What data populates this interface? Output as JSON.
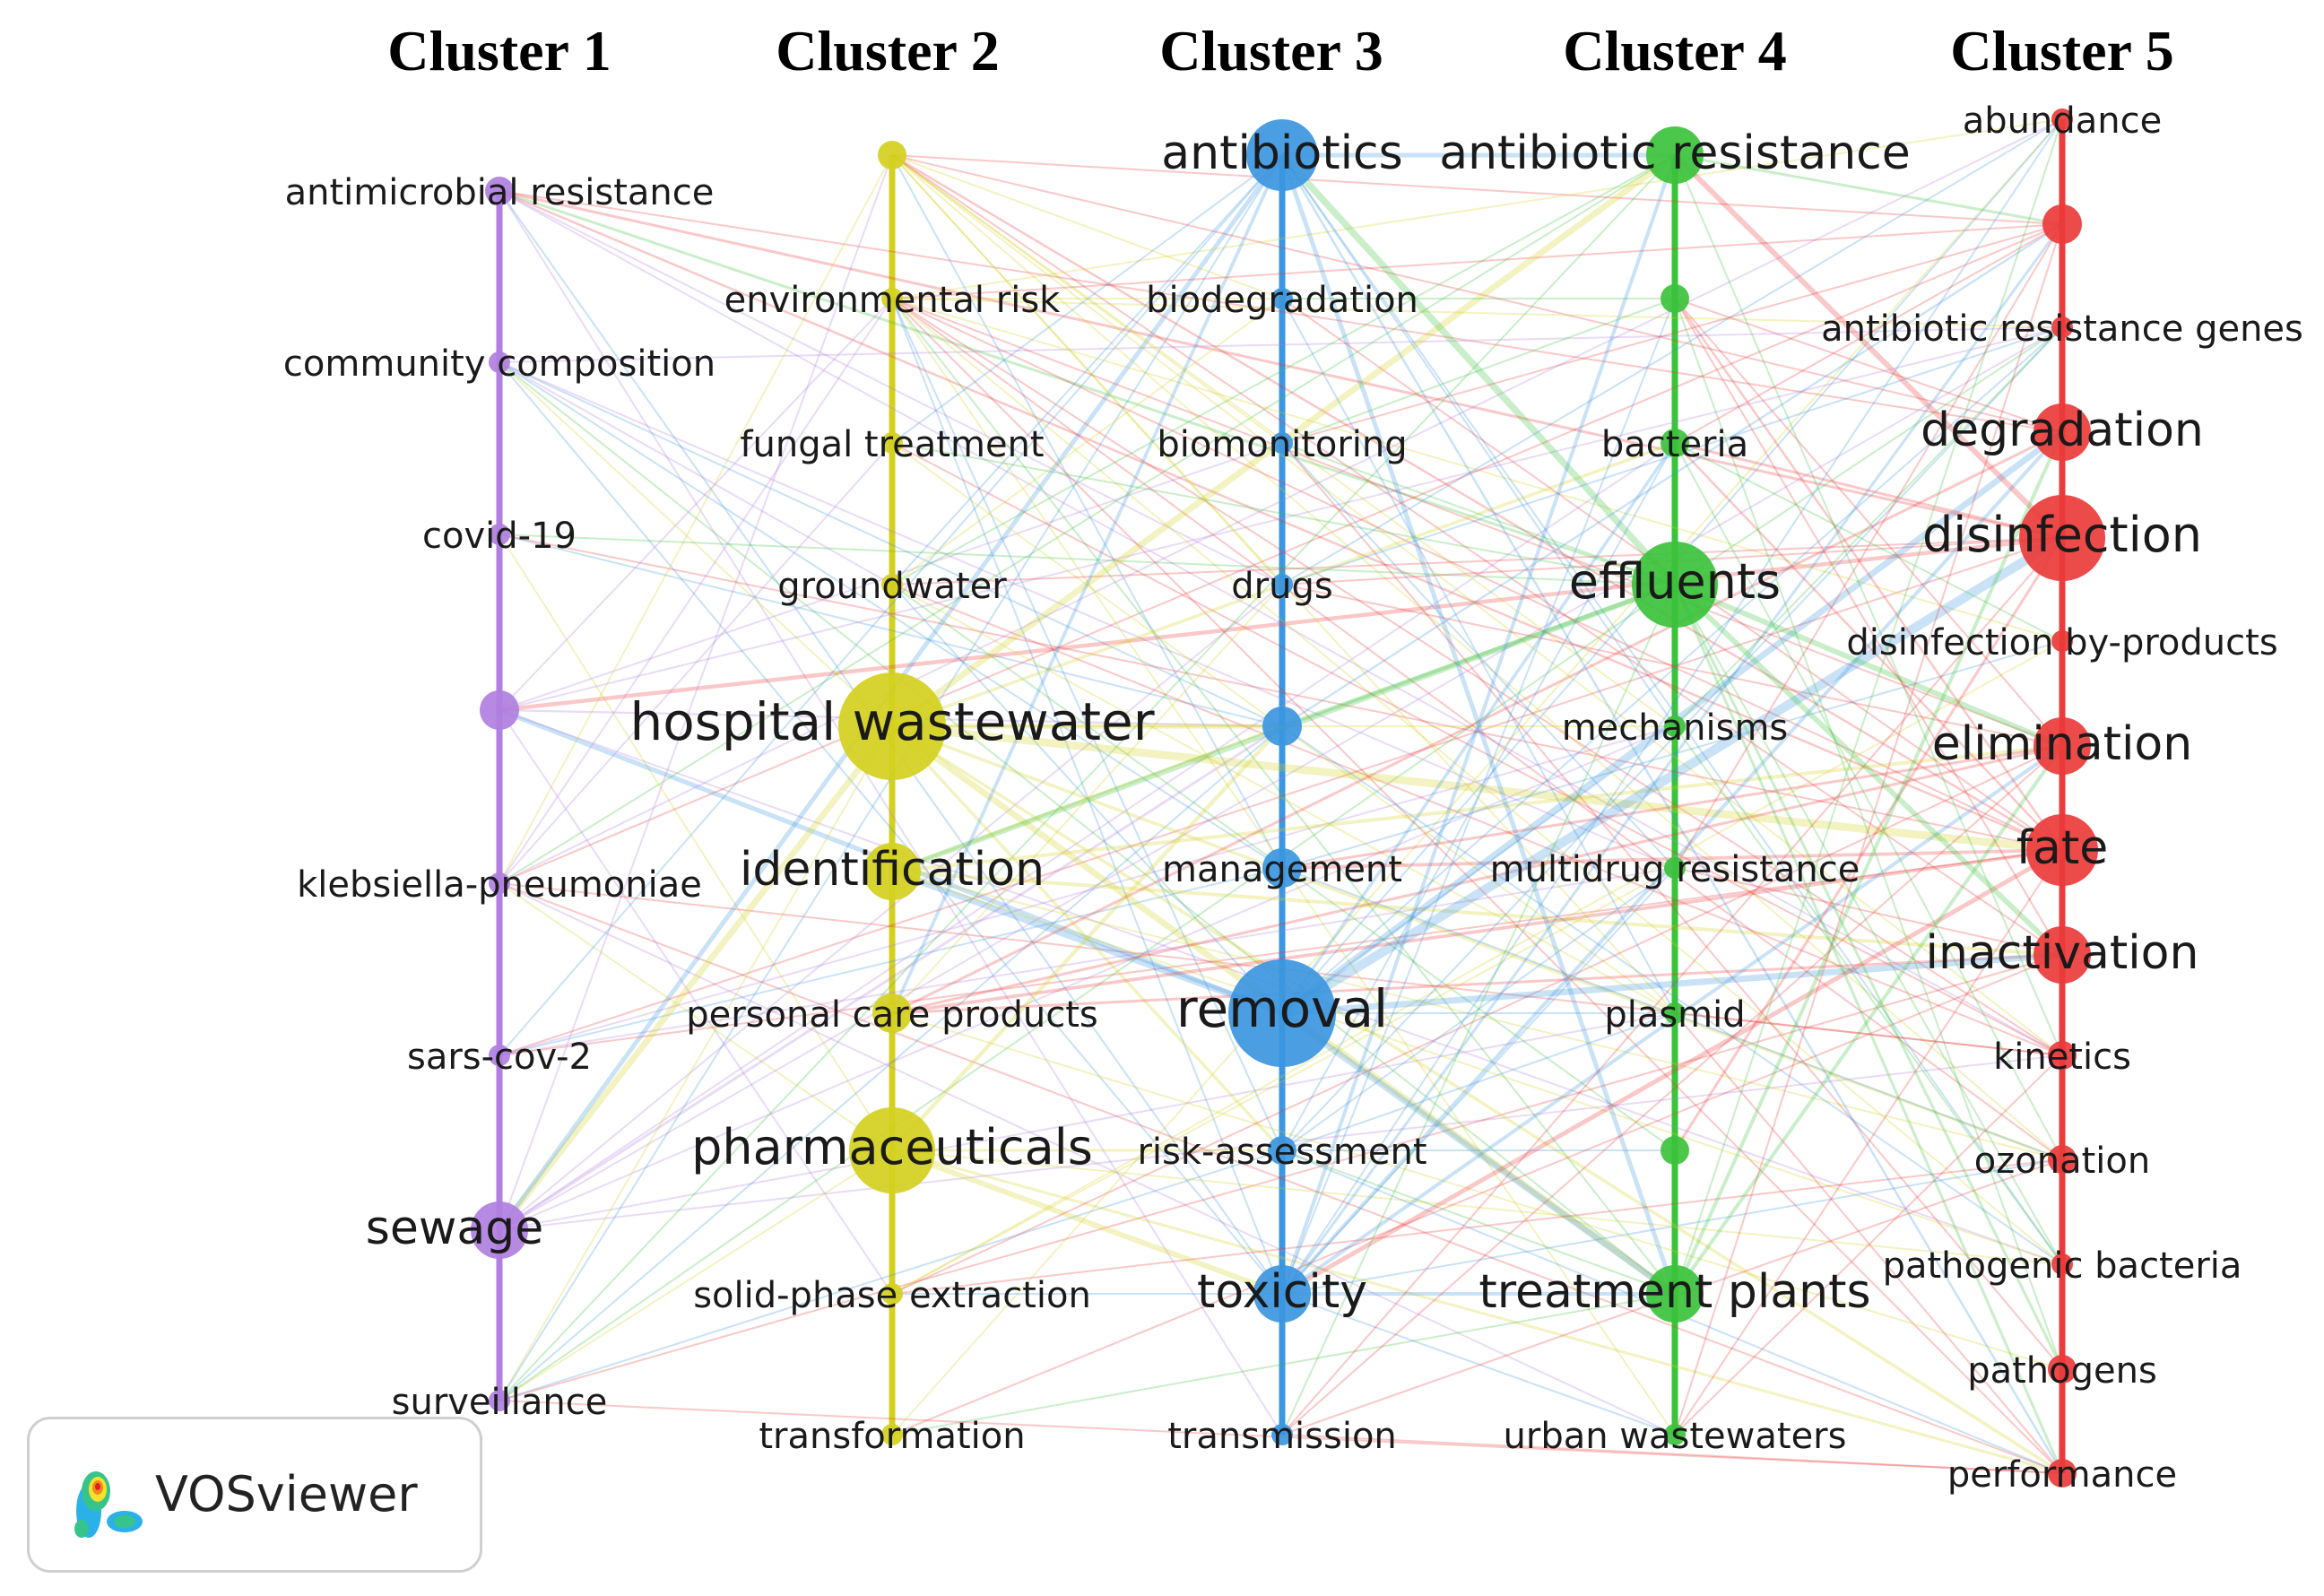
{
  "clusters": [
    {
      "title": "Cluster 1",
      "color": "#b07fe0",
      "nodes": [
        {
          "label": "antimicrobial resistance",
          "size": 2
        },
        {
          "label": "community composition",
          "size": 1
        },
        {
          "label": "covid-19",
          "size": 1
        },
        {
          "label": "",
          "size": 3
        },
        {
          "label": "klebsiella-pneumoniae",
          "size": 1
        },
        {
          "label": "sars-cov-2",
          "size": 1
        },
        {
          "label": "sewage",
          "size": 4
        },
        {
          "label": "surveillance",
          "size": 1
        }
      ]
    },
    {
      "title": "Cluster 2",
      "color": "#d4d020",
      "nodes": [
        {
          "label": "",
          "size": 2
        },
        {
          "label": "environmental risk",
          "size": 1
        },
        {
          "label": "fungal treatment",
          "size": 1
        },
        {
          "label": "groundwater",
          "size": 1
        },
        {
          "label": "hospital wastewater",
          "size": 7
        },
        {
          "label": "identification",
          "size": 4
        },
        {
          "label": "personal care products",
          "size": 3
        },
        {
          "label": "pharmaceuticals",
          "size": 6
        },
        {
          "label": "solid-phase extraction",
          "size": 1
        },
        {
          "label": "transformation",
          "size": 1
        }
      ]
    },
    {
      "title": "Cluster 3",
      "color": "#3c96e0",
      "nodes": [
        {
          "label": "antibiotics",
          "size": 5
        },
        {
          "label": "biodegradation",
          "size": 1
        },
        {
          "label": "biomonitoring",
          "size": 1
        },
        {
          "label": "drugs",
          "size": 1
        },
        {
          "label": "",
          "size": 3
        },
        {
          "label": "management",
          "size": 3
        },
        {
          "label": "removal",
          "size": 7
        },
        {
          "label": "risk-assessment",
          "size": 2
        },
        {
          "label": "toxicity",
          "size": 4
        },
        {
          "label": "transmission",
          "size": 1
        }
      ]
    },
    {
      "title": "Cluster 4",
      "color": "#3cc23c",
      "nodes": [
        {
          "label": "antibiotic resistance",
          "size": 4
        },
        {
          "label": "",
          "size": 2
        },
        {
          "label": "bacteria",
          "size": 2
        },
        {
          "label": "effluents",
          "size": 6
        },
        {
          "label": "mechanisms",
          "size": 1
        },
        {
          "label": "multidrug resistance",
          "size": 1
        },
        {
          "label": "plasmid",
          "size": 1
        },
        {
          "label": "",
          "size": 2
        },
        {
          "label": "treatment plants",
          "size": 4
        },
        {
          "label": "urban wastewaters",
          "size": 1
        }
      ]
    },
    {
      "title": "Cluster 5",
      "color": "#ec3b3b",
      "nodes": [
        {
          "label": "abundance",
          "size": 1
        },
        {
          "label": "",
          "size": 3
        },
        {
          "label": "antibiotic resistance genes",
          "size": 1
        },
        {
          "label": "degradation",
          "size": 4
        },
        {
          "label": "disinfection",
          "size": 6
        },
        {
          "label": "disinfection by-products",
          "size": 1
        },
        {
          "label": "elimination",
          "size": 4
        },
        {
          "label": "fate",
          "size": 5
        },
        {
          "label": "inactivation",
          "size": 4
        },
        {
          "label": "kinetics",
          "size": 2
        },
        {
          "label": "ozonation",
          "size": 2
        },
        {
          "label": "pathogenic bacteria",
          "size": 1
        },
        {
          "label": "pathogens",
          "size": 2
        },
        {
          "label": "performance",
          "size": 2
        }
      ]
    }
  ],
  "badge": {
    "text": "VOSviewer"
  }
}
